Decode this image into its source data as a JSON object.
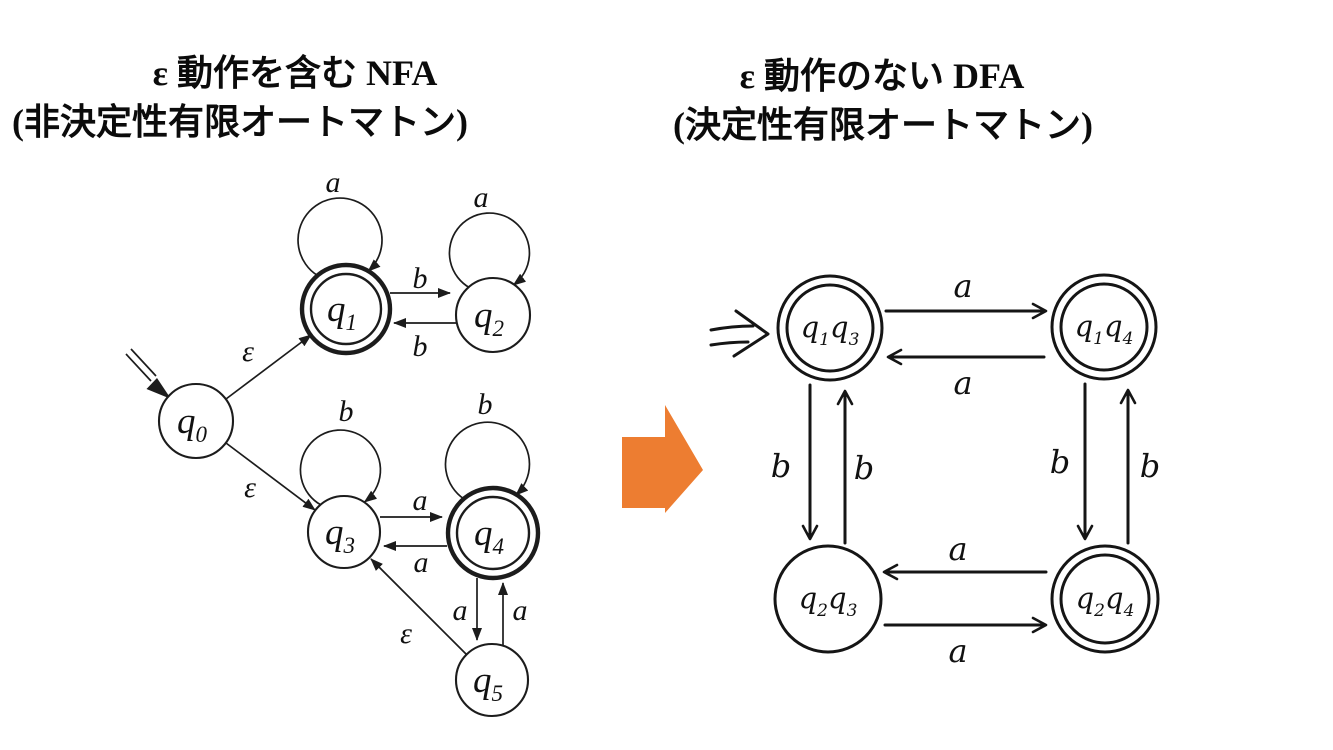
{
  "titles": {
    "left": {
      "line1": "ε 動作を含む NFA",
      "line2": "(非決定性有限オートマトン)"
    },
    "right": {
      "line1": "ε 動作のない DFA",
      "line2": "(決定性有限オートマトン)"
    }
  },
  "colors": {
    "arrow_orange": "#ED7D31",
    "ink": "#1c1c1c"
  },
  "nfa": {
    "states": [
      {
        "id": "q0",
        "main": "q",
        "sub": "0",
        "accepting": false
      },
      {
        "id": "q1",
        "main": "q",
        "sub": "1",
        "accepting": true
      },
      {
        "id": "q2",
        "main": "q",
        "sub": "2",
        "accepting": false
      },
      {
        "id": "q3",
        "main": "q",
        "sub": "3",
        "accepting": false
      },
      {
        "id": "q4",
        "main": "q",
        "sub": "4",
        "accepting": true
      },
      {
        "id": "q5",
        "main": "q",
        "sub": "5",
        "accepting": false
      }
    ],
    "edge_labels": {
      "q0_q1": "ε",
      "q0_q3": "ε",
      "q1_q2": "b",
      "q2_q1": "b",
      "q3_q4": "a",
      "q4_q3": "a",
      "q4_q5": "a",
      "q5_q4": "a",
      "q5_q3": "ε",
      "loop_q1": "a",
      "loop_q2": "a",
      "loop_q3": "b",
      "loop_q4": "b"
    }
  },
  "dfa": {
    "states": [
      {
        "id": "q1q3",
        "parts": [
          "q",
          "1",
          "q",
          "3"
        ],
        "accepting": true
      },
      {
        "id": "q1q4",
        "parts": [
          "q",
          "1",
          "q",
          "4"
        ],
        "accepting": true
      },
      {
        "id": "q2q3",
        "parts": [
          "q",
          "2",
          "q",
          "3"
        ],
        "accepting": false
      },
      {
        "id": "q2q4",
        "parts": [
          "q",
          "2",
          "q",
          "4"
        ],
        "accepting": true
      }
    ],
    "edge_labels": {
      "q1q3_q1q4": "a",
      "q1q4_q1q3": "a",
      "q1q3_q2q3": "b",
      "q2q3_q1q3": "b",
      "q1q4_q2q4": "b",
      "q2q4_q1q4": "b",
      "q2q4_q2q3": "a",
      "q2q3_q2q4": "a"
    }
  }
}
